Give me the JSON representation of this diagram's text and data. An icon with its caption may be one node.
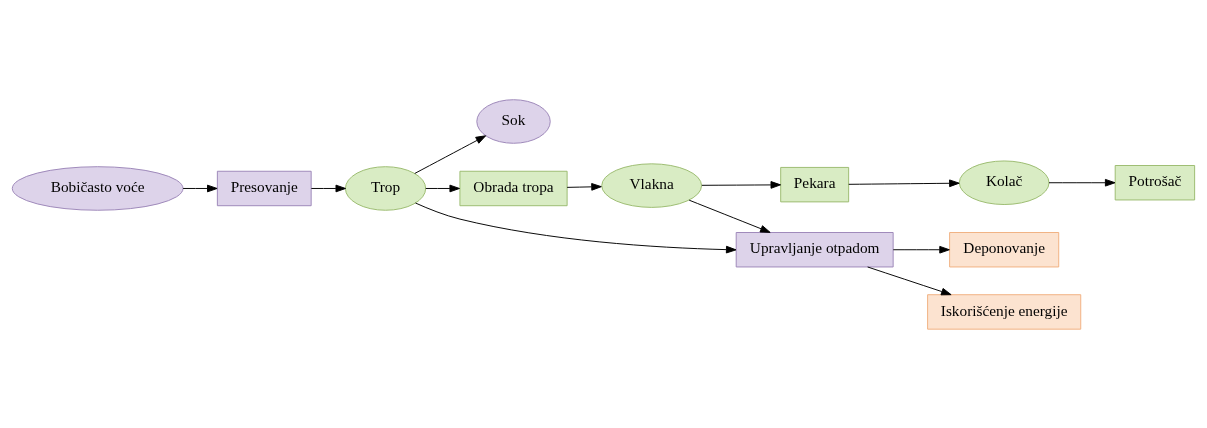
{
  "diagram": {
    "nodes": [
      {
        "text": [
          "Bobičasto voće"
        ]
      },
      {
        "text": [
          "Presovanje"
        ]
      },
      {
        "text": [
          "Trop"
        ]
      },
      {
        "text": [
          "Sok"
        ]
      },
      {
        "text": [
          "Obrada tropa"
        ]
      },
      {
        "text": [
          "Vlakna"
        ]
      },
      {
        "text": [
          "Upravljanje otpadom"
        ]
      },
      {
        "text": [
          "Pekara"
        ]
      },
      {
        "text": [
          "Kolač"
        ]
      },
      {
        "text": [
          "Potrošač"
        ]
      },
      {
        "text": [
          "Deponovanje"
        ]
      },
      {
        "text": [
          "Iskorišćenje energije"
        ]
      }
    ],
    "edges": [
      {
        "from": 0,
        "to": 1,
        "arrow": "to"
      },
      {
        "from": 1,
        "to": 2,
        "arrow": "to"
      },
      {
        "from": 2,
        "to": 3,
        "arrow": "to"
      },
      {
        "from": 2,
        "to": 4,
        "arrow": "to"
      },
      {
        "from": 2,
        "to": 6,
        "arrow": "to"
      },
      {
        "from": 4,
        "to": 5,
        "arrow": "to"
      },
      {
        "from": 5,
        "to": 6,
        "arrow": "to"
      },
      {
        "from": 5,
        "to": 7,
        "arrow": "to"
      },
      {
        "from": 7,
        "to": 8,
        "arrow": "to"
      },
      {
        "from": 8,
        "to": 9,
        "arrow": "to"
      },
      {
        "from": 6,
        "to": 10,
        "arrow": "to"
      },
      {
        "from": 6,
        "to": 11,
        "arrow": "to"
      }
    ]
  }
}
